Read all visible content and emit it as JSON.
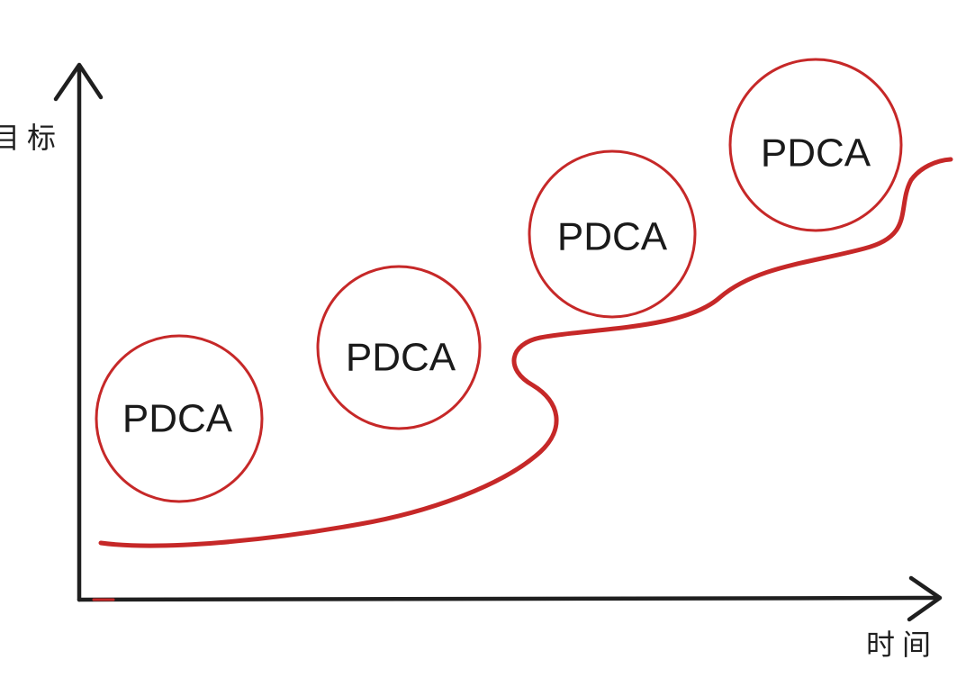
{
  "axes": {
    "y_label": "目标",
    "x_label": "时间"
  },
  "cycles": [
    {
      "label": "PDCA"
    },
    {
      "label": "PDCA"
    },
    {
      "label": "PDCA"
    },
    {
      "label": "PDCA"
    }
  ],
  "colors": {
    "axis": "#1f1f1f",
    "curve": "#c62828",
    "circle": "#c62828",
    "text": "#1a1a1a",
    "background": "#ffffff"
  }
}
